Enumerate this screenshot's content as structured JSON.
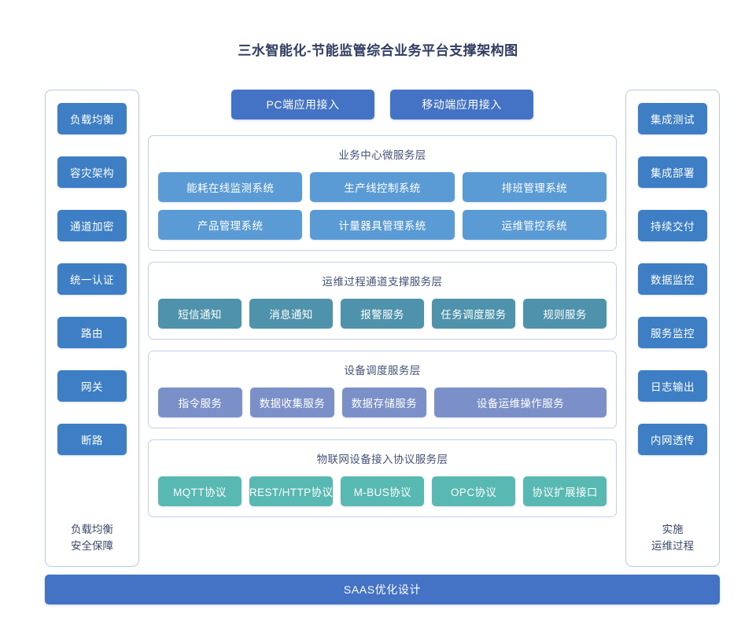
{
  "title": "三水智能化-节能监管综合业务平台支撑架构图",
  "colors": {
    "accent_bar": "#4472c4",
    "sidebar_chip": "#3d7ec4",
    "business_layer": "#5b9bd5",
    "ops_layer": "#4e93ab",
    "device_layer": "#7b90c9",
    "iot_layer": "#57b9b2",
    "panel_border": "#b9c6e4",
    "text": "#3b4a6b"
  },
  "left_panel": {
    "items": [
      {
        "label": "负载均衡"
      },
      {
        "label": "容灾架构"
      },
      {
        "label": "通道加密"
      },
      {
        "label": "统一认证"
      },
      {
        "label": "路由"
      },
      {
        "label": "网关"
      },
      {
        "label": "断路"
      }
    ],
    "footer_line1": "负载均衡",
    "footer_line2": "安全保障"
  },
  "right_panel": {
    "items": [
      {
        "label": "集成测试"
      },
      {
        "label": "集成部署"
      },
      {
        "label": "持续交付"
      },
      {
        "label": "数据监控"
      },
      {
        "label": "服务监控"
      },
      {
        "label": "日志输出"
      },
      {
        "label": "内网透传"
      }
    ],
    "footer_line1": "实施",
    "footer_line2": "运维过程"
  },
  "access": {
    "items": [
      {
        "label": "PC端应用接入"
      },
      {
        "label": "移动端应用接入"
      }
    ]
  },
  "layers": [
    {
      "title": "业务中心微服务层",
      "palette": "c-business",
      "rows": [
        [
          {
            "label": "能耗在线监测系统"
          },
          {
            "label": "生产线控制系统"
          },
          {
            "label": "排班管理系统"
          }
        ],
        [
          {
            "label": "产品管理系统"
          },
          {
            "label": "计量器具管理系统"
          },
          {
            "label": "运维管控系统"
          }
        ]
      ]
    },
    {
      "title": "运维过程通道支撑服务层",
      "palette": "c-ops",
      "rows": [
        [
          {
            "label": "短信通知"
          },
          {
            "label": "消息通知"
          },
          {
            "label": "报警服务"
          },
          {
            "label": "任务调度服务"
          },
          {
            "label": "规则服务"
          }
        ]
      ]
    },
    {
      "title": "设备调度服务层",
      "palette": "c-device",
      "rows": [
        [
          {
            "label": "指令服务"
          },
          {
            "label": "数据收集服务"
          },
          {
            "label": "数据存储服务"
          },
          {
            "label": "设备运维操作服务",
            "wide": true
          }
        ]
      ]
    },
    {
      "title": "物联网设备接入协议服务层",
      "palette": "c-iot",
      "rows": [
        [
          {
            "label": "MQTT协议"
          },
          {
            "label": "REST/HTTP协议"
          },
          {
            "label": "M-BUS协议"
          },
          {
            "label": "OPC协议"
          },
          {
            "label": "协议扩展接口"
          }
        ]
      ]
    }
  ],
  "bottom_bar": {
    "label": "SAAS优化设计"
  }
}
